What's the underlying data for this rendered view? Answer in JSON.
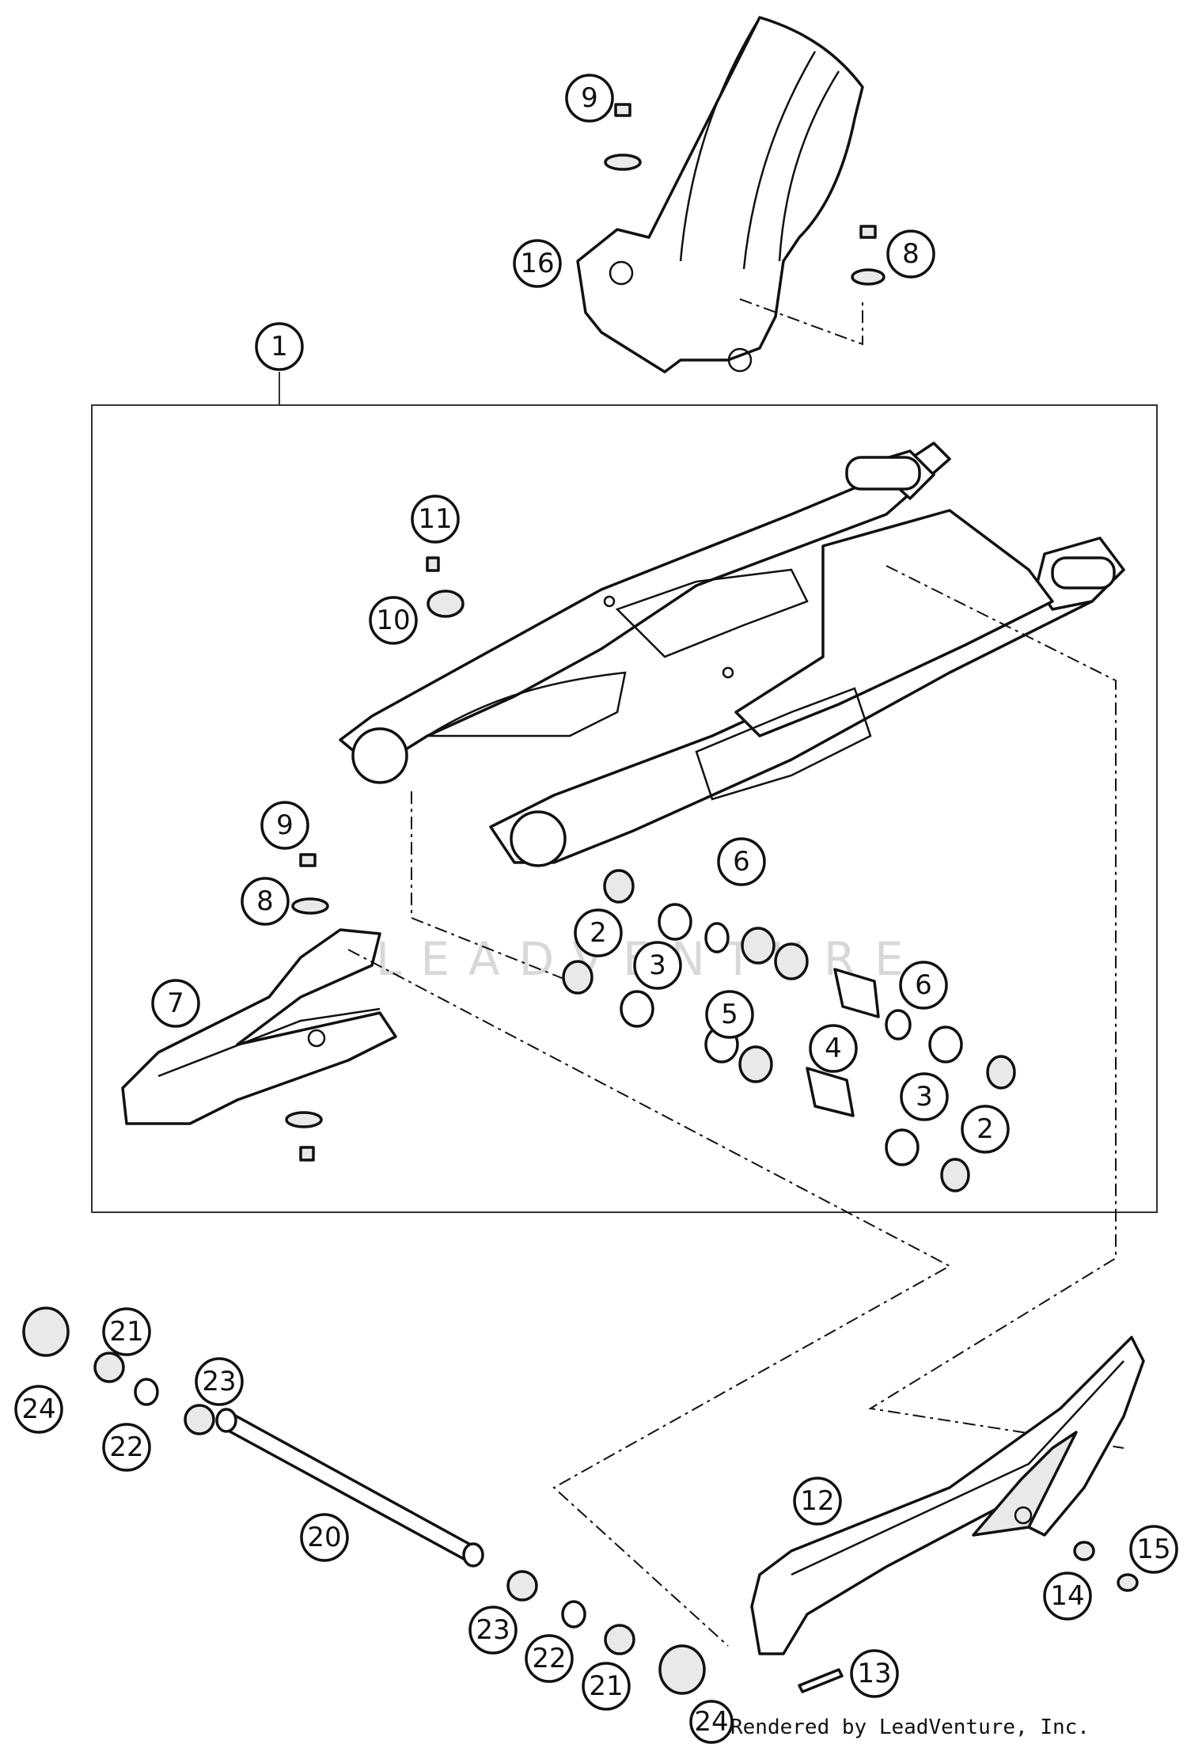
{
  "diagram": {
    "watermark": "LEADVENTURE",
    "credit": "Rendered by LeadVenture, Inc.",
    "callouts": {
      "c1": "1",
      "c2a": "2",
      "c2b": "2",
      "c3a": "3",
      "c3b": "3",
      "c4": "4",
      "c5": "5",
      "c6a": "6",
      "c6b": "6",
      "c7": "7",
      "c8a": "8",
      "c8b": "8",
      "c9a": "9",
      "c9b": "9",
      "c10": "10",
      "c11": "11",
      "c12": "12",
      "c13": "13",
      "c14": "14",
      "c15": "15",
      "c16": "16",
      "c20": "20",
      "c21a": "21",
      "c21b": "21",
      "c22a": "22",
      "c22b": "22",
      "c23a": "23",
      "c23b": "23",
      "c24a": "24",
      "c24b": "24"
    }
  }
}
